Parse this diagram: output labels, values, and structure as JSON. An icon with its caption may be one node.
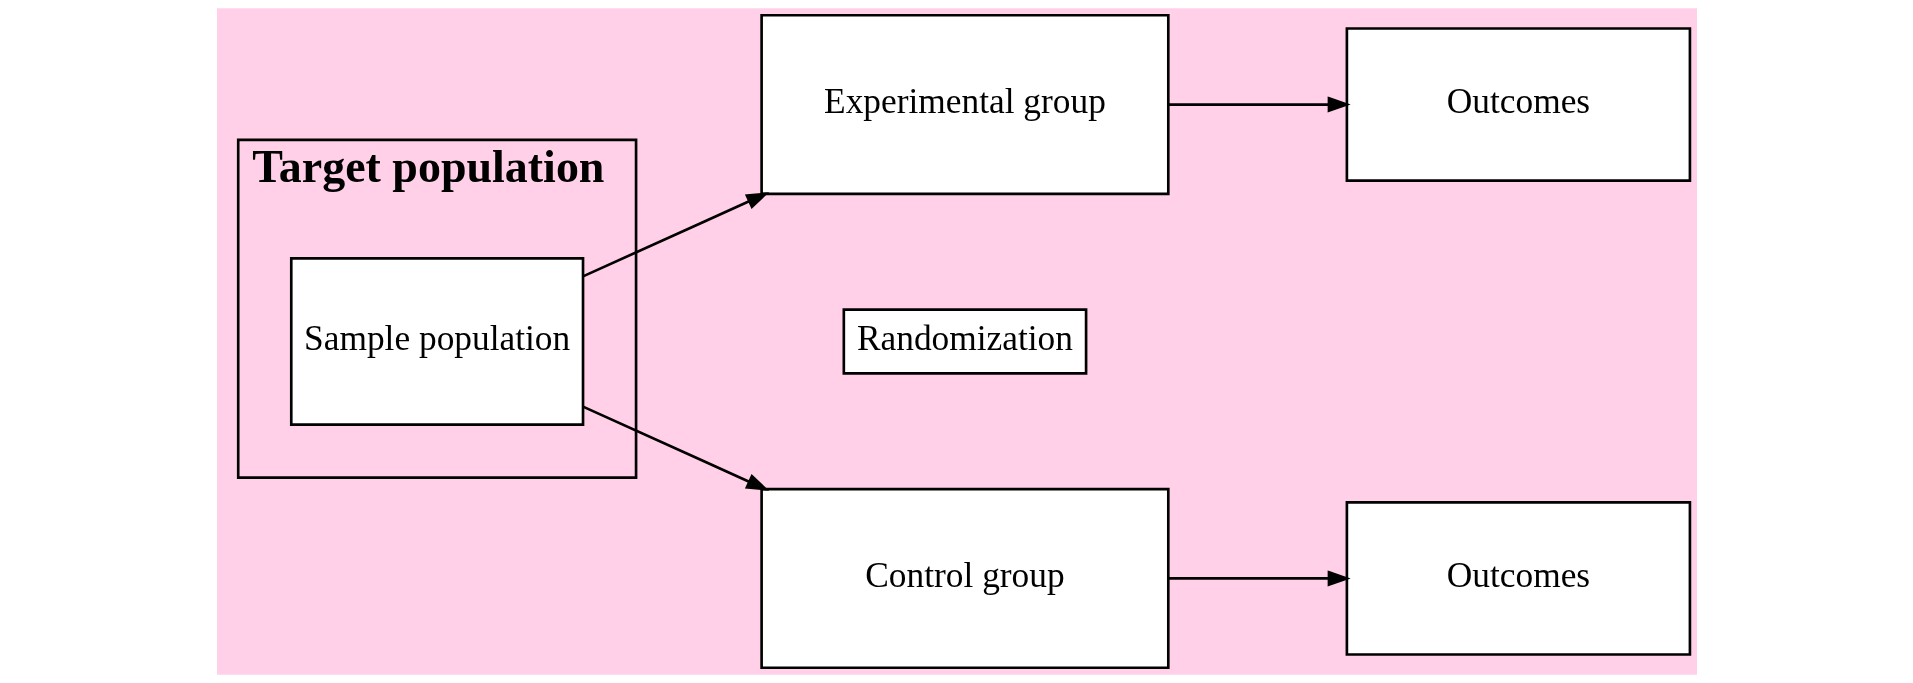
{
  "diagram": {
    "nodes": [
      {
        "text": [
          "Target population"
        ]
      },
      {
        "text": [
          "Sample population"
        ],
        "in": 0
      },
      {
        "text": [
          "Experimental group"
        ]
      },
      {
        "text": [
          "Randomization"
        ]
      },
      {
        "text": [
          "Outcomes"
        ]
      },
      {
        "text": [
          "Control group"
        ]
      },
      {
        "text": [
          "Outcomes"
        ]
      }
    ],
    "edges": [
      {
        "from": 1,
        "to": 2,
        "arrow": "to"
      },
      {
        "from": 1,
        "to": 5,
        "arrow": "to"
      },
      {
        "from": 2,
        "to": 4,
        "arrow": "to"
      },
      {
        "from": 5,
        "to": 6,
        "arrow": "to"
      }
    ]
  }
}
